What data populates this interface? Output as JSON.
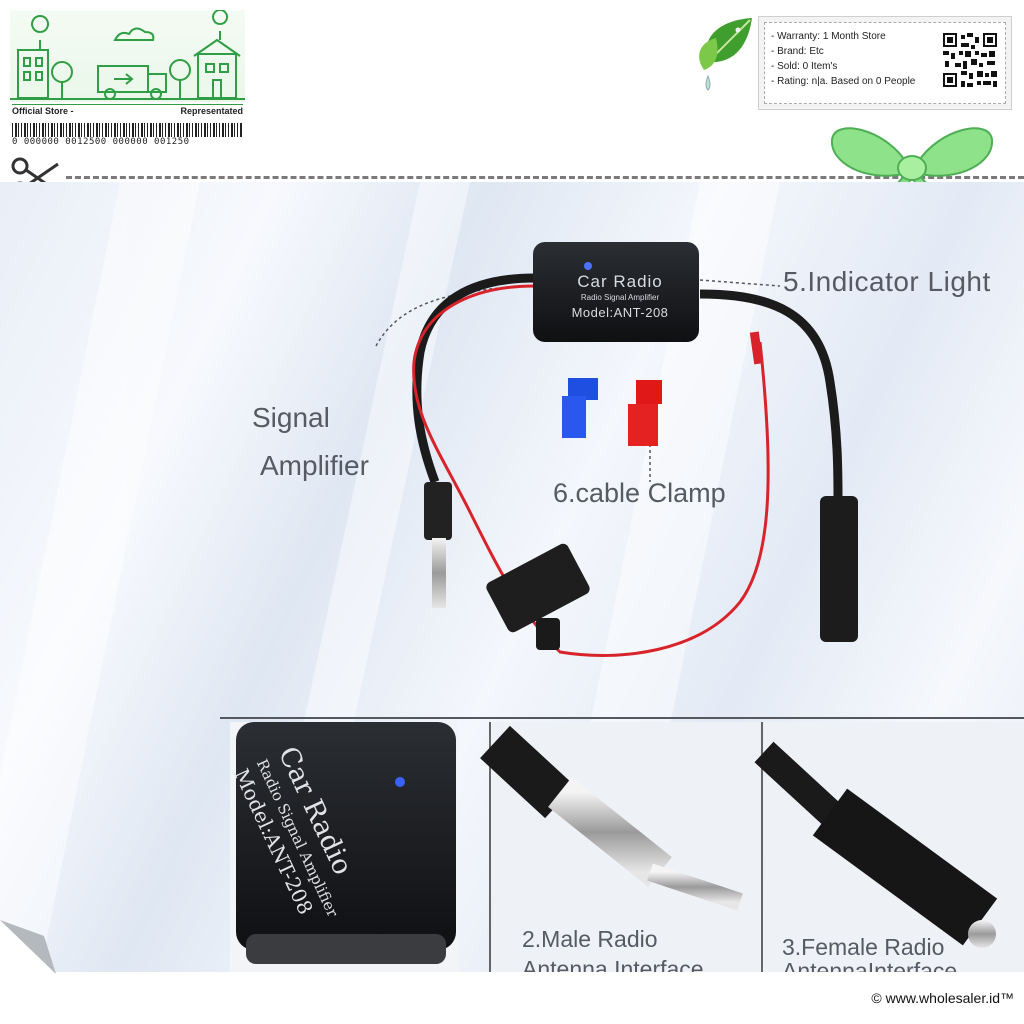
{
  "store": {
    "left_label": "Official Store -",
    "right_label": "Representated",
    "barcode_number": "0 000000 0012500 000000 001250"
  },
  "info": {
    "warranty": "- Warranty: 1 Month Store",
    "brand": "- Brand: Etc",
    "sold": "- Sold: 0 Item's",
    "rating": "- Rating: n|a. Based on 0 People"
  },
  "product": {
    "device_title": "Car Radio",
    "device_subtitle": "Radio Signal Amplifier",
    "device_model": "Model:ANT-208",
    "label_indicator": "5.Indicator Light",
    "label_signal_line1": "Signal",
    "label_signal_line2": "Amplifier",
    "label_clamp": "6.cable Clamp",
    "label_male_line1": "2.Male Radio",
    "label_male_line2": "Antenna Interface",
    "label_female_line1": "3.Female Radio",
    "label_female_line2": "AntennaInterface"
  },
  "footer": {
    "copyright": "© www.wholesaler.id™"
  },
  "colors": {
    "store_green": "#2f9e44",
    "bow_green": "#8ee28a",
    "cable_red": "#d8232a",
    "clip_blue": "#1f4fe0",
    "clip_red": "#e01818"
  }
}
